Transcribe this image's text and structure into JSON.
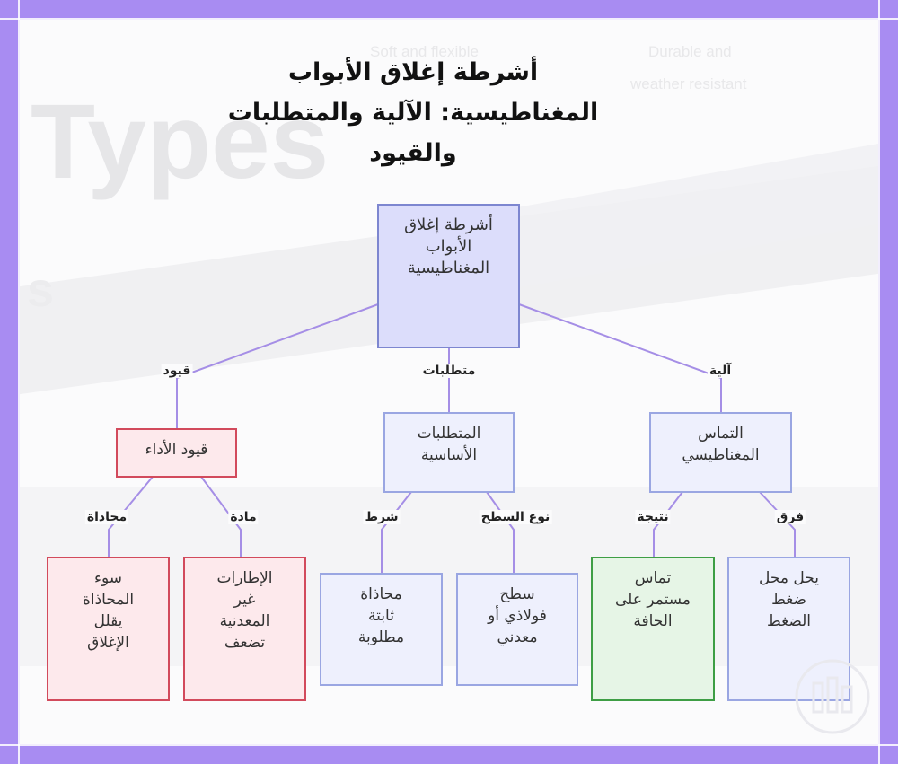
{
  "title": {
    "line1": "أشرطة إغلاق الأبواب",
    "line2": "المغناطيسية: الآلية والمتطلبات",
    "line3": "والقيود"
  },
  "background_text": {
    "big": "Types",
    "small_left": "s",
    "caption1a": "Soft and flexible",
    "caption2a": "Durable and",
    "caption2b": "weather resistant"
  },
  "nodes": {
    "root": [
      "أشرطة إغلاق",
      "الأبواب",
      "المغناطيسية"
    ],
    "mechanism": [
      "التماس",
      "المغناطيسي"
    ],
    "requirements": [
      "المتطلبات",
      "الأساسية"
    ],
    "constraints": [
      "قيود الأداء"
    ],
    "difference": [
      "يحل محل",
      "ضغط",
      "الضغط"
    ],
    "result": [
      "تماس",
      "مستمر على",
      "الحافة"
    ],
    "surface": [
      "سطح",
      "فولاذي أو",
      "معدني"
    ],
    "alignment_req": [
      "محاذاة",
      "ثابتة",
      "مطلوبة"
    ],
    "nonmetal": [
      "الإطارات",
      "غير",
      "المعدنية",
      "تضعف"
    ],
    "misalign": [
      "سوء",
      "المحاذاة",
      "يقلل",
      "الإغلاق"
    ]
  },
  "edge_labels": {
    "mechanism": "آلية",
    "requirements": "متطلبات",
    "constraints": "قيود",
    "difference": "فرق",
    "result": "نتيجة",
    "surface_type": "نوع السطح",
    "condition": "شرط",
    "material": "مادة",
    "alignment": "محاذاة"
  },
  "colors": {
    "background": "#a88cf2",
    "edge": "#a58ee6",
    "root_fill": "#dcddfb",
    "blue_fill": "#eef0fd",
    "red_border": "#d24a5c",
    "green_border": "#3e9e45"
  }
}
